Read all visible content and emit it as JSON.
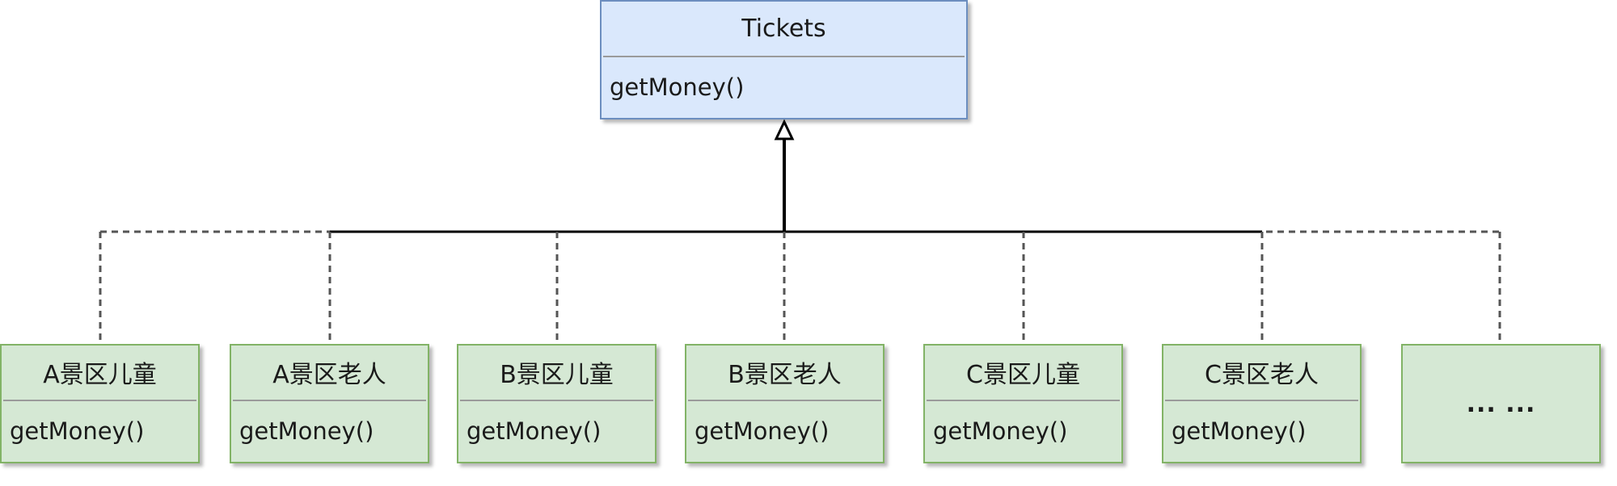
{
  "parent_class": {
    "name": "Tickets",
    "method": "getMoney()"
  },
  "child_classes": [
    {
      "name": "A景区儿童",
      "method": "getMoney()"
    },
    {
      "name": "A景区老人",
      "method": "getMoney()"
    },
    {
      "name": "B景区儿童",
      "method": "getMoney()"
    },
    {
      "name": "B景区老人",
      "method": "getMoney()"
    },
    {
      "name": "C景区儿童",
      "method": "getMoney()"
    },
    {
      "name": "C景区老人",
      "method": "getMoney()"
    }
  ],
  "more_placeholder": "... ...",
  "relationship": "inheritance",
  "colors": {
    "parent_fill": "#dae8fc",
    "parent_stroke": "#6c8ebf",
    "child_fill": "#d5e8d4",
    "child_stroke": "#82b366",
    "connector": "#000000",
    "dashed_connector": "#555555"
  }
}
